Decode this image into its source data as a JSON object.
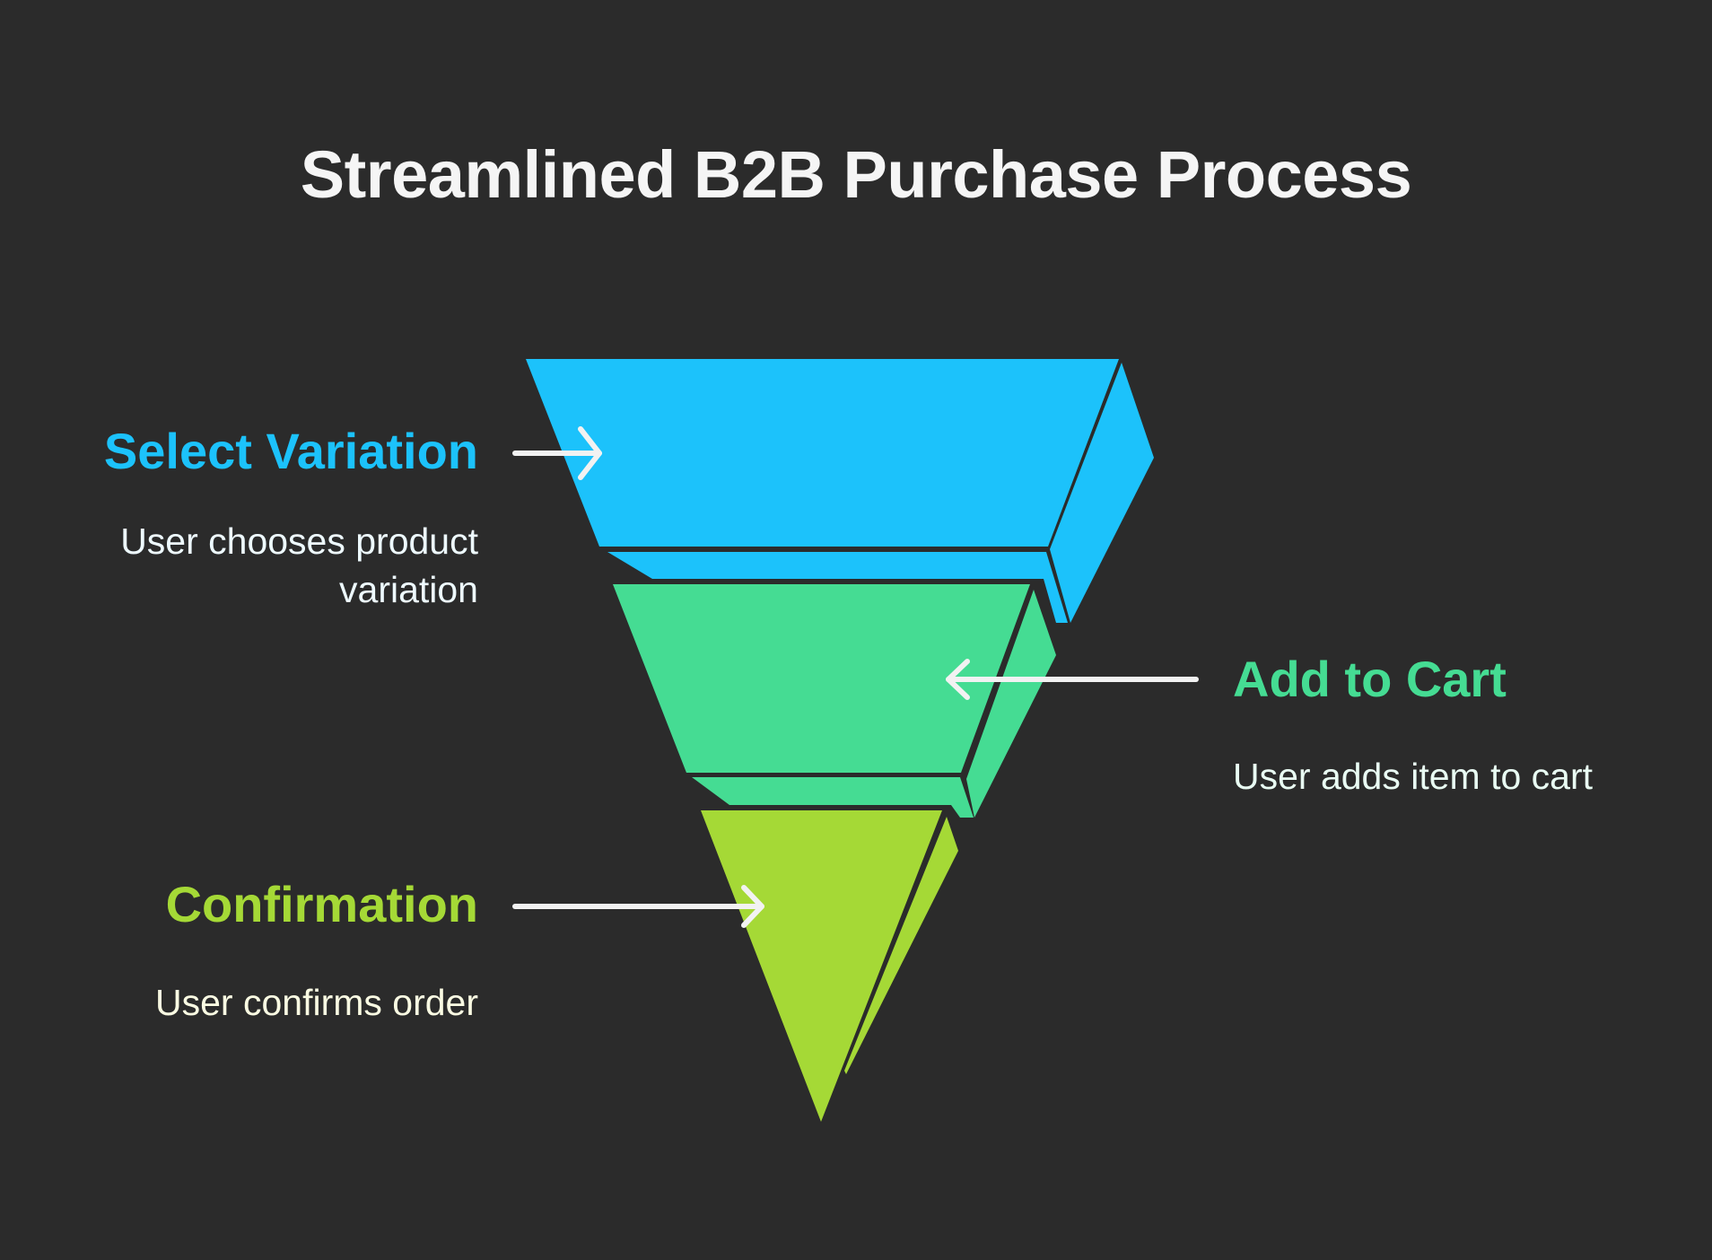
{
  "title": "Streamlined B2B Purchase Process",
  "colors": {
    "background": "#2b2b2b",
    "title_text": "#f5f5f5",
    "arrow": "#f2f2f2",
    "outline": "#2b2b2b"
  },
  "stages": [
    {
      "title": "Select Variation",
      "description": "User chooses product variation",
      "description_lines": [
        "User chooses product",
        "variation"
      ],
      "color": "#1cc2fb",
      "desc_color": "#eefaff",
      "label_side": "left",
      "arrow_direction": "right",
      "arrow_icon": "arrow-right-icon",
      "shape": "trapezoid"
    },
    {
      "title": "Add to Cart",
      "description": "User adds item to cart",
      "description_lines": [
        "User adds item to cart"
      ],
      "color": "#45dc93",
      "desc_color": "#e9fcf3",
      "label_side": "right",
      "arrow_direction": "left",
      "arrow_icon": "arrow-left-icon",
      "shape": "trapezoid"
    },
    {
      "title": "Confirmation",
      "description": "User confirms order",
      "description_lines": [
        "User confirms order"
      ],
      "color": "#a5d936",
      "desc_color": "#fafbe3",
      "label_side": "left",
      "arrow_direction": "right",
      "arrow_icon": "arrow-right-icon",
      "shape": "triangle"
    }
  ]
}
